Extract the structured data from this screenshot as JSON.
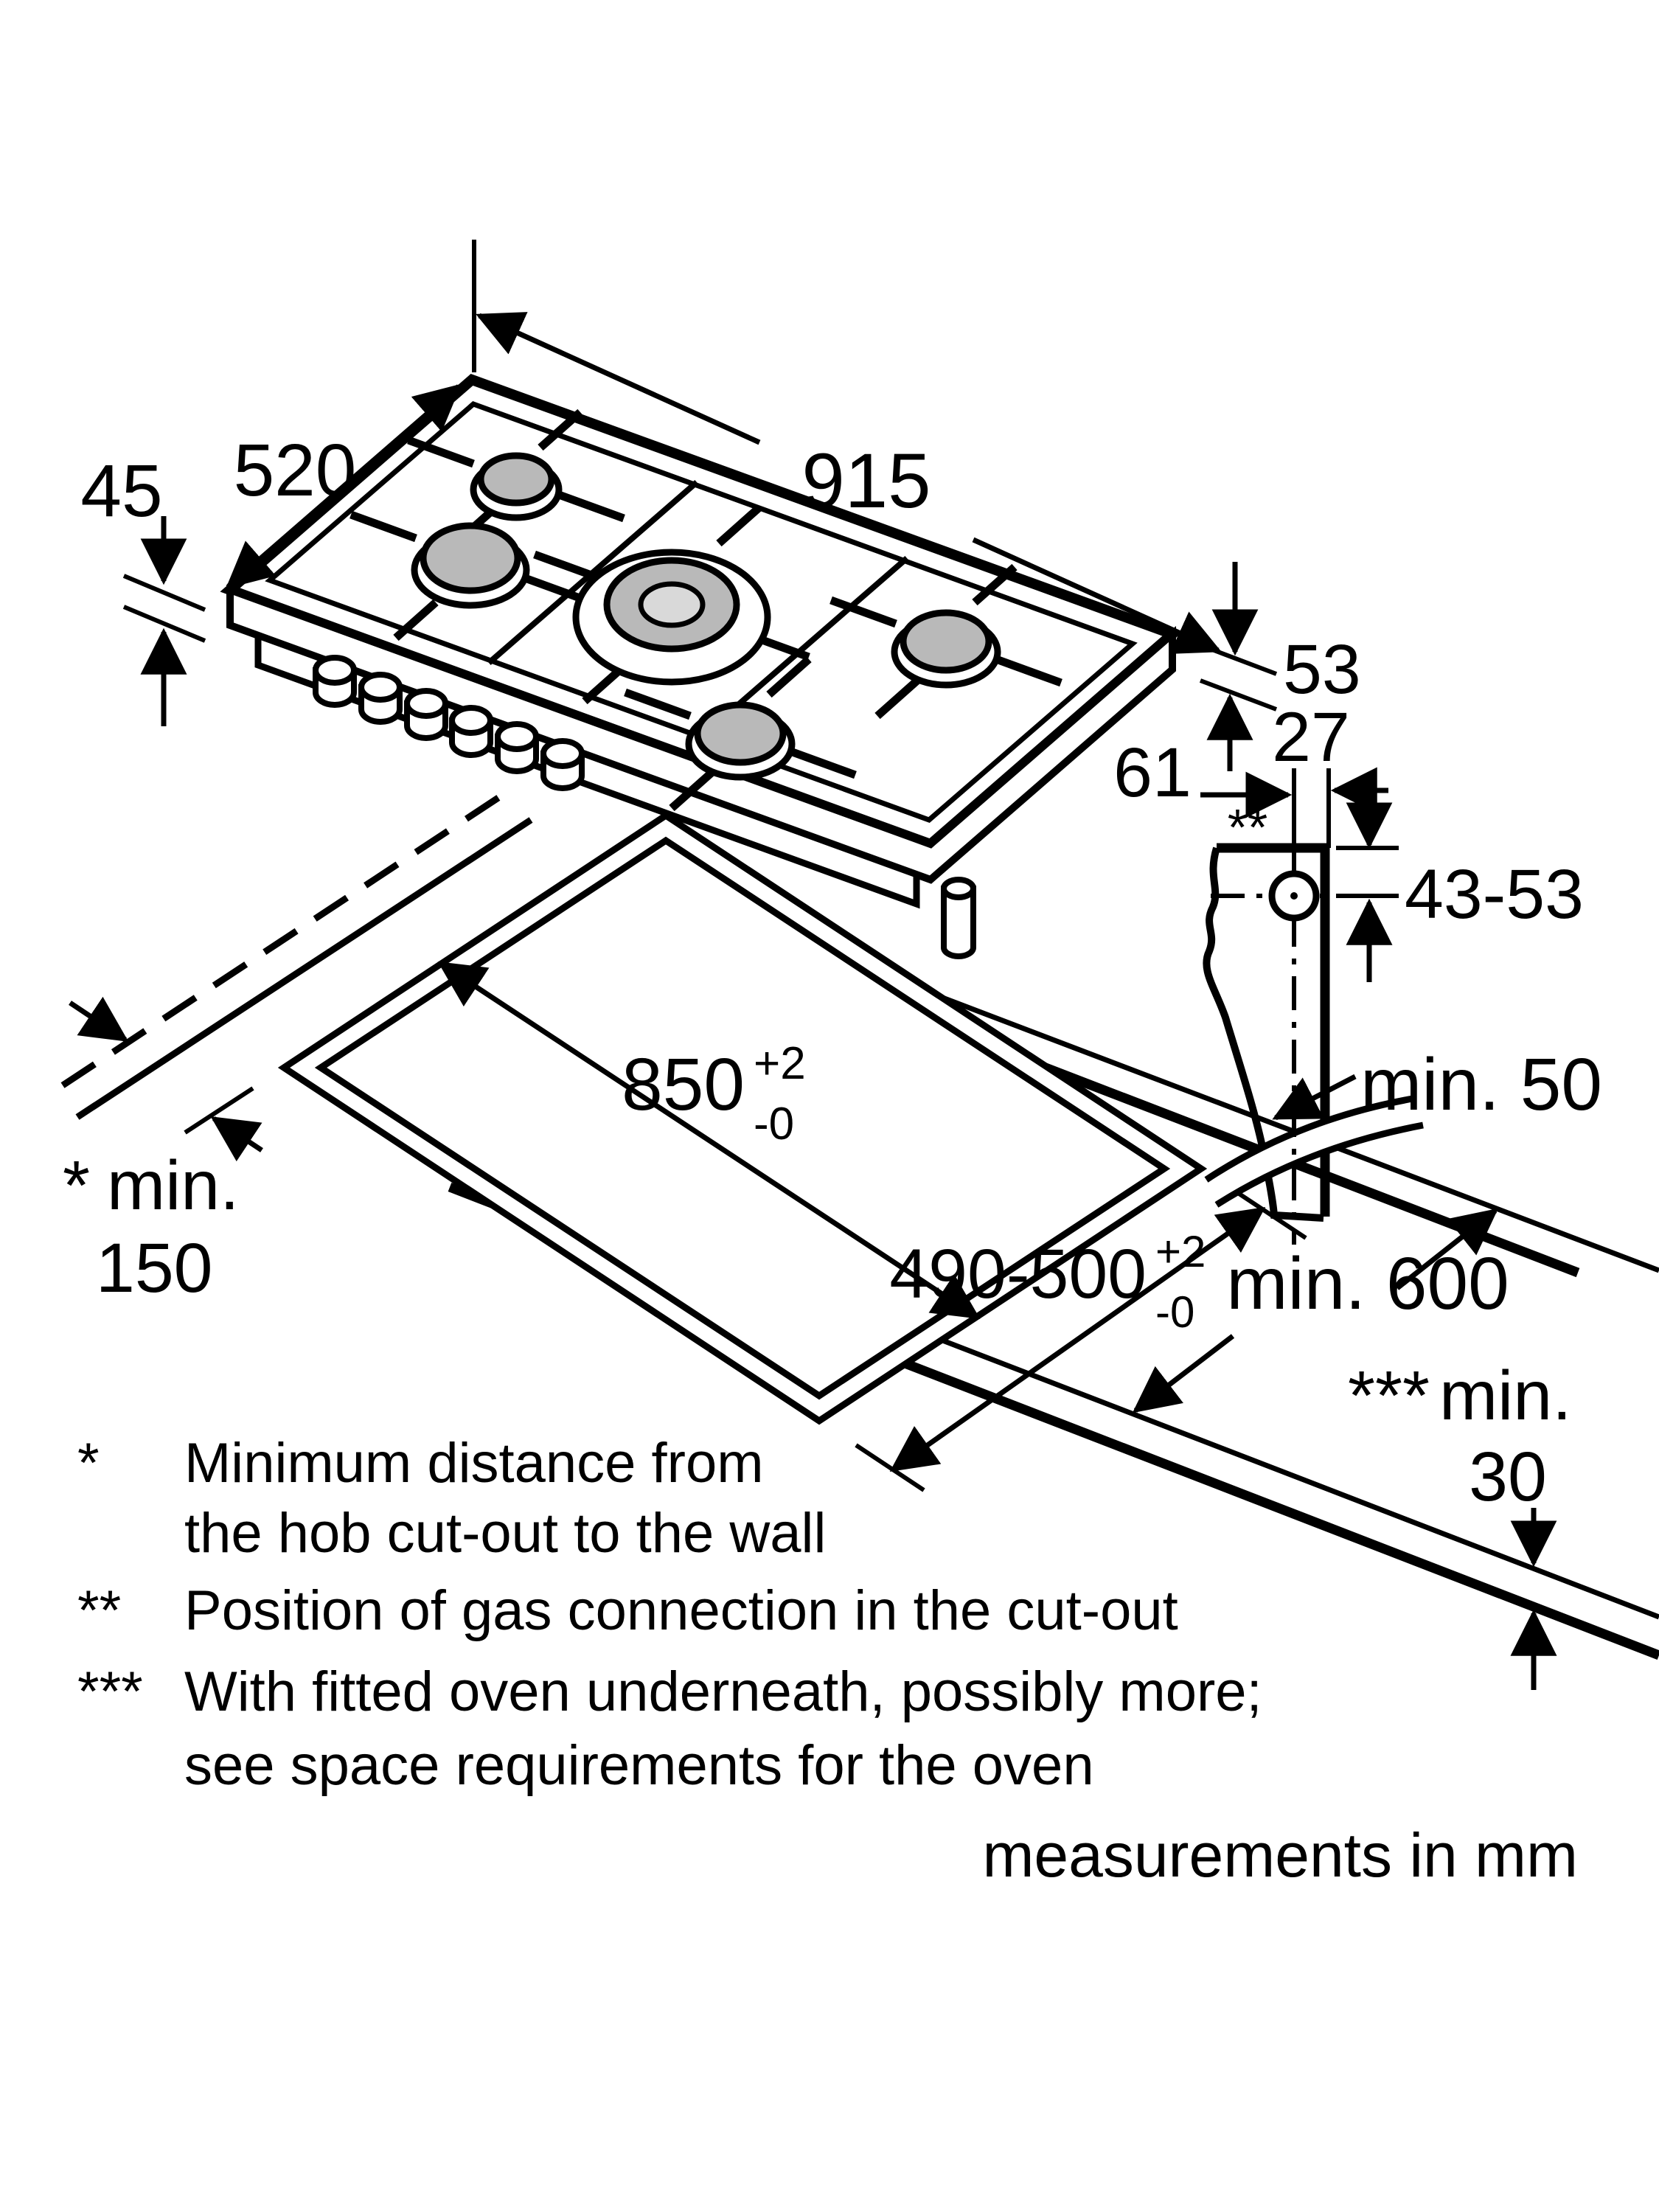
{
  "units_note": "measurements in mm",
  "dims": {
    "hob_height": "45",
    "hob_depth": "520",
    "hob_width": "915",
    "edge": "53",
    "gas_x": "27",
    "gas_y": "61",
    "gas_marker": "**",
    "gas_drop": "43-53",
    "cut_len": "850",
    "cut_len_plus": "+2",
    "cut_len_minus": "-0",
    "cut_dep": "490-500",
    "cut_dep_plus": "+2",
    "cut_dep_minus": "-0",
    "side": "min. 50",
    "front": "min. 600",
    "wall_marker": "*",
    "wall_l1": "min.",
    "wall_l2": "150",
    "oven_marker": "***",
    "oven_l1": "min.",
    "oven_l2": "30"
  },
  "footnotes": [
    {
      "marker": "*",
      "line1": "Minimum distance from",
      "line2": "the hob cut-out to the wall"
    },
    {
      "marker": "**",
      "line1": "Position of gas connection in the cut-out",
      "line2": ""
    },
    {
      "marker": "***",
      "line1": "With fitted oven underneath, possibly more;",
      "line2": "see space requirements for the oven"
    }
  ]
}
